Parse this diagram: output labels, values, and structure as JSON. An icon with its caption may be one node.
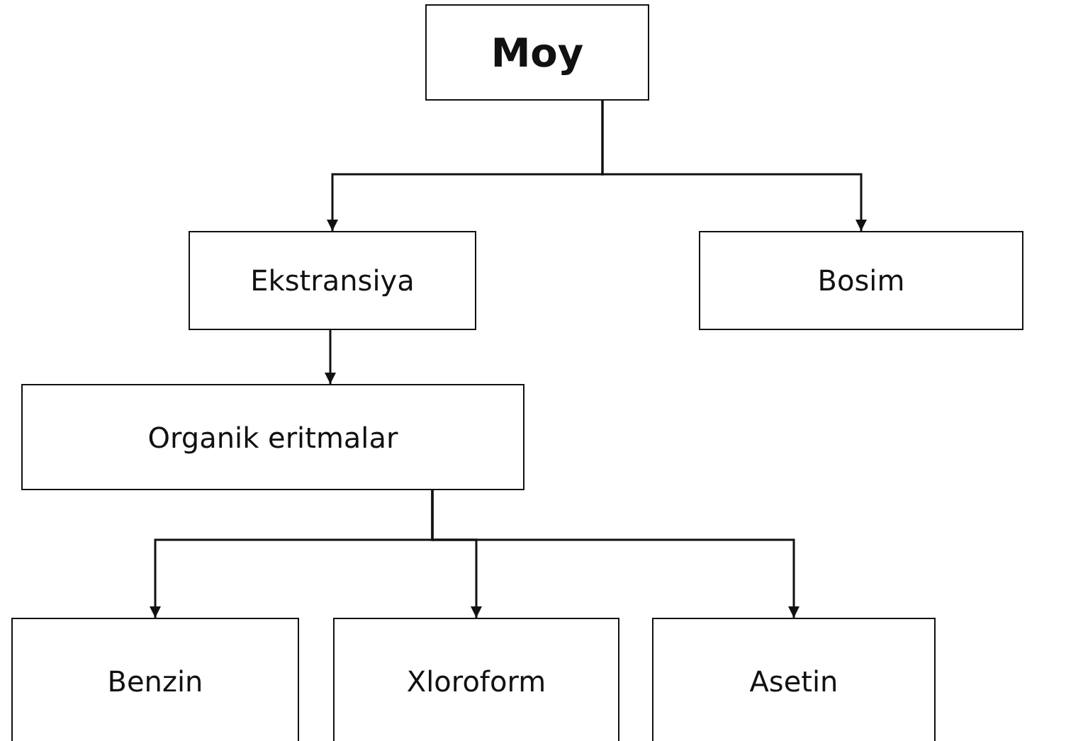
{
  "diagram": {
    "nodes": [
      {
        "text": [
          "Moy"
        ]
      },
      {
        "text": [
          "Ekstransiya"
        ]
      },
      {
        "text": [
          "Bosim"
        ]
      },
      {
        "text": [
          "Organik eritmalar"
        ]
      },
      {
        "text": [
          "Benzin"
        ]
      },
      {
        "text": [
          "Xloroform"
        ]
      },
      {
        "text": [
          "Asetin"
        ]
      }
    ],
    "edges": [
      {
        "from": 0,
        "to": 1,
        "arrow": "to"
      },
      {
        "from": 0,
        "to": 2,
        "arrow": "to"
      },
      {
        "from": 1,
        "to": 3,
        "arrow": "to"
      },
      {
        "from": 3,
        "to": 4,
        "arrow": "to"
      },
      {
        "from": 3,
        "to": 5,
        "arrow": "to"
      },
      {
        "from": 3,
        "to": 6,
        "arrow": "to"
      }
    ]
  }
}
